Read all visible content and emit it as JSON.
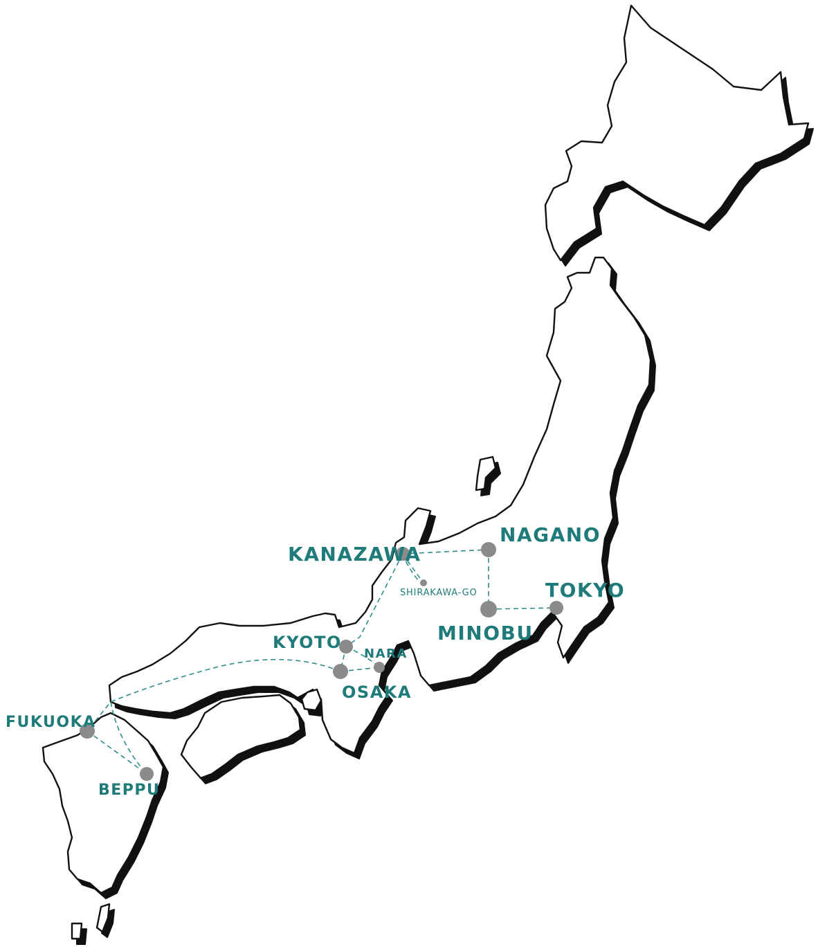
{
  "colors": {
    "label": "#1f7b7a",
    "route": "#2e8b8a",
    "marker": "#8a8a8a",
    "outline": "#111111",
    "land": "#ffffff"
  },
  "cities": {
    "kanazawa": "KANAZAWA",
    "nagano": "NAGANO",
    "shirakawa_go": "SHIRAKAWA-GO",
    "tokyo": "TOKYO",
    "minobu": "MINOBU",
    "kyoto": "KYOTO",
    "nara": "NARA",
    "osaka": "OSAKA",
    "fukuoka": "FUKUOKA",
    "beppu": "BEPPU"
  }
}
